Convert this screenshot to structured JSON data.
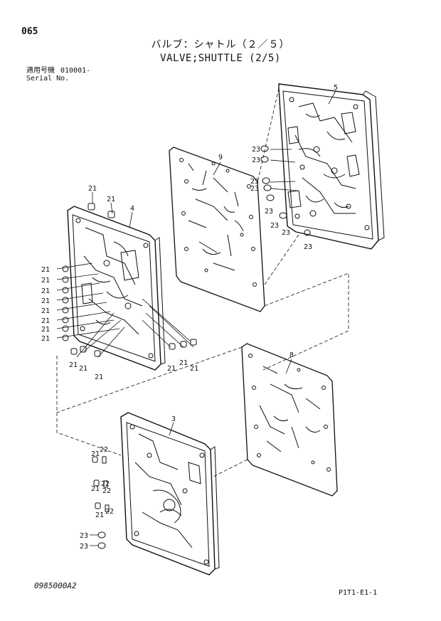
{
  "header": {
    "page_number": "065",
    "title_jp": "バルブ：シャトル（２／５）",
    "title_en": "VALVE;SHUTTLE (2/5)",
    "serial_label_jp": "適用号機",
    "serial_value": "010001-",
    "serial_label_en": "Serial No."
  },
  "footer": {
    "drawing_number": "0985000A2",
    "section_code": "P1T1-E1-1"
  },
  "callouts": {
    "plate_5": "5",
    "plate_9": "9",
    "plate_4": "4",
    "plate_8": "8",
    "plate_3": "3",
    "part_21": "21",
    "part_22": "22",
    "part_23": "23"
  }
}
